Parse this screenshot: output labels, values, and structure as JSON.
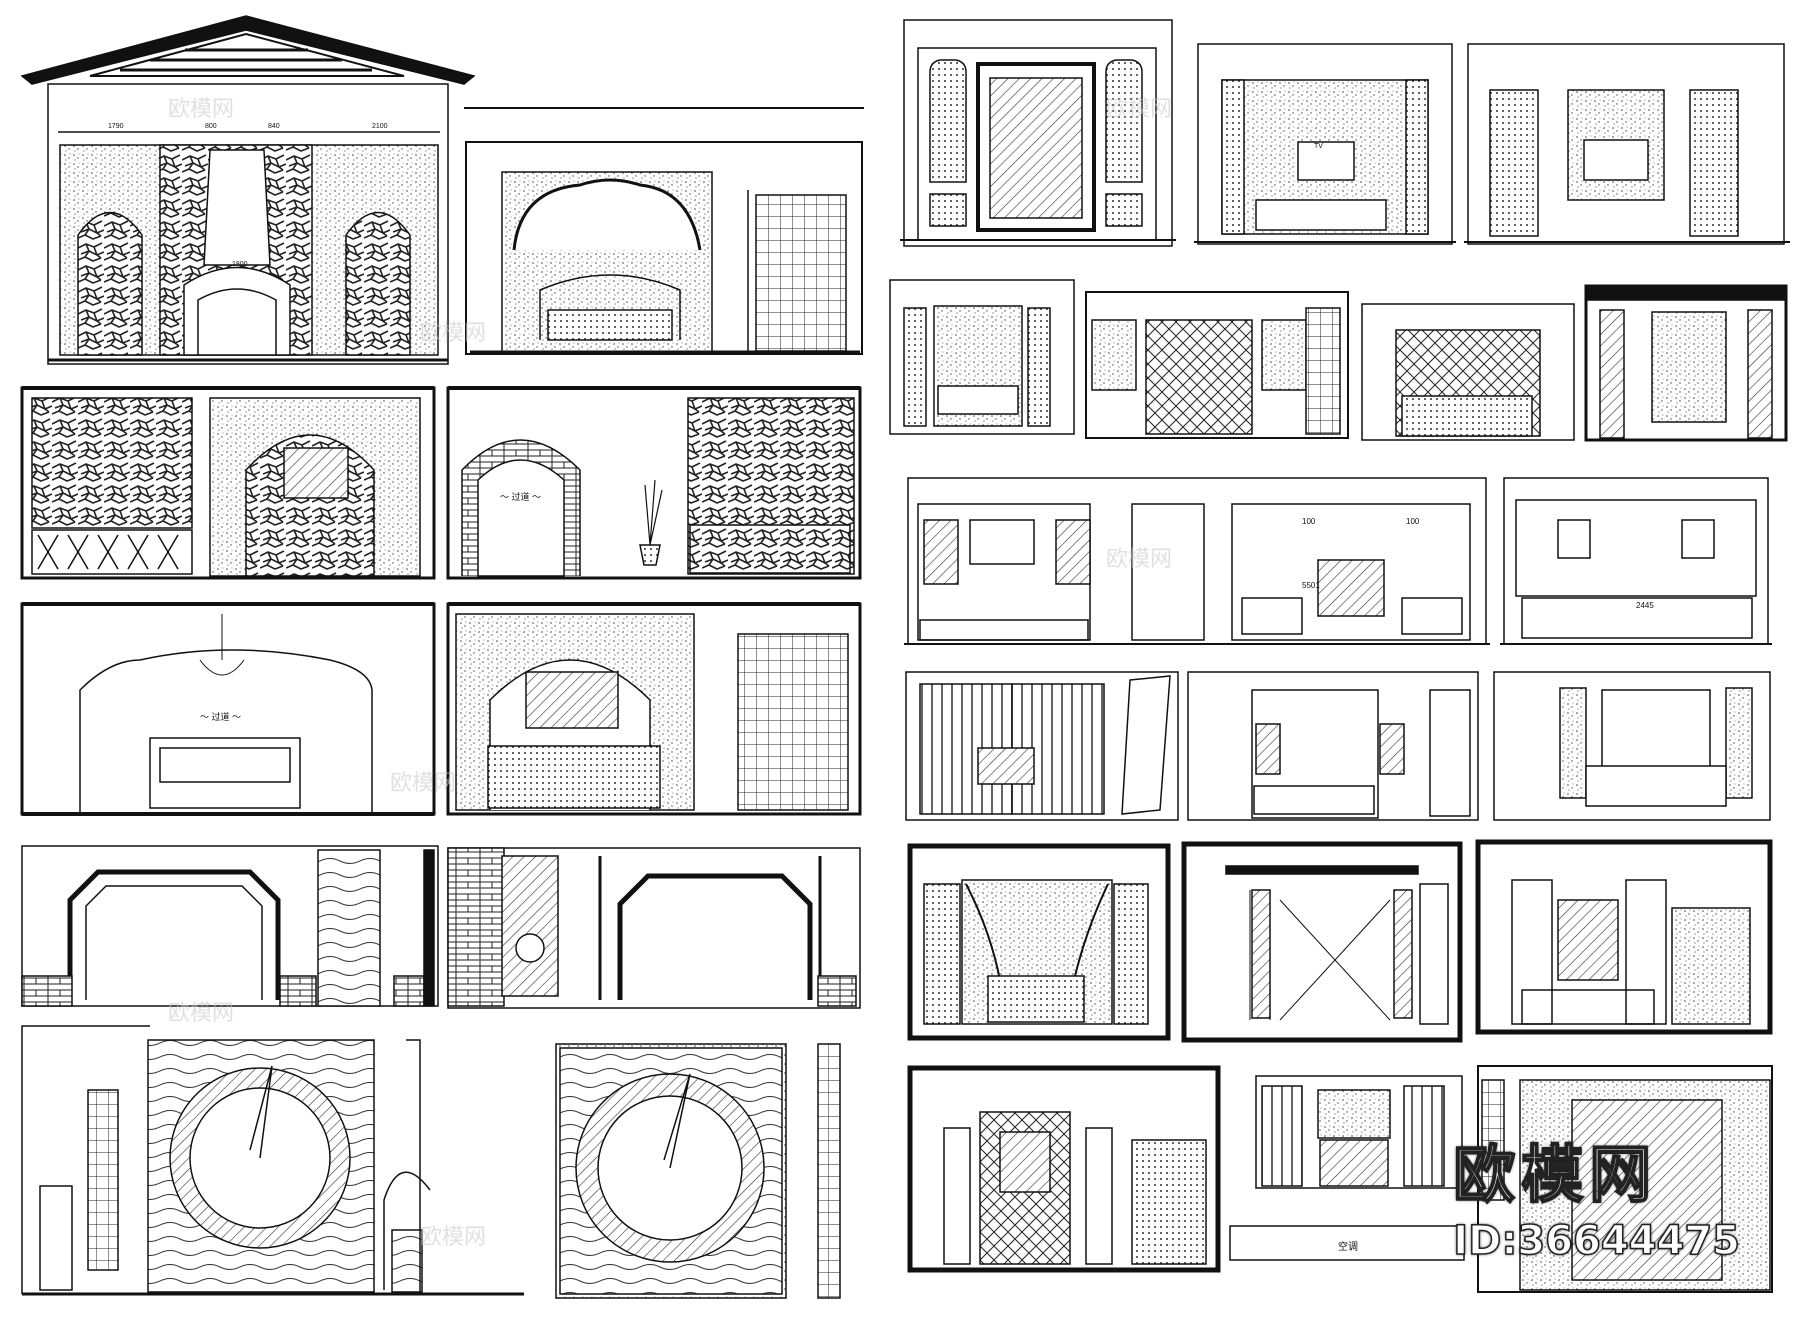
{
  "watermark": {
    "logo_text": "欧模网",
    "id_text": "ID:36644475"
  },
  "faint_watermark_text": "欧模网",
  "labels": {
    "drawing_1_dims": [
      "1790",
      "800",
      "840",
      "2100"
    ],
    "drawing_1_height": "1800",
    "drawing_archway_label": "〜 过道 〜",
    "drawing_arched_label": "〜 过道 〜",
    "tv_label": "TV",
    "dim_5501": "5501",
    "dim_2445": "2445",
    "dim_100_a": "100",
    "dim_100_b": "100",
    "caption_kongtiao": "空调"
  },
  "colors": {
    "line": "#111111",
    "hatch": "#555555",
    "paper": "#ffffff"
  }
}
